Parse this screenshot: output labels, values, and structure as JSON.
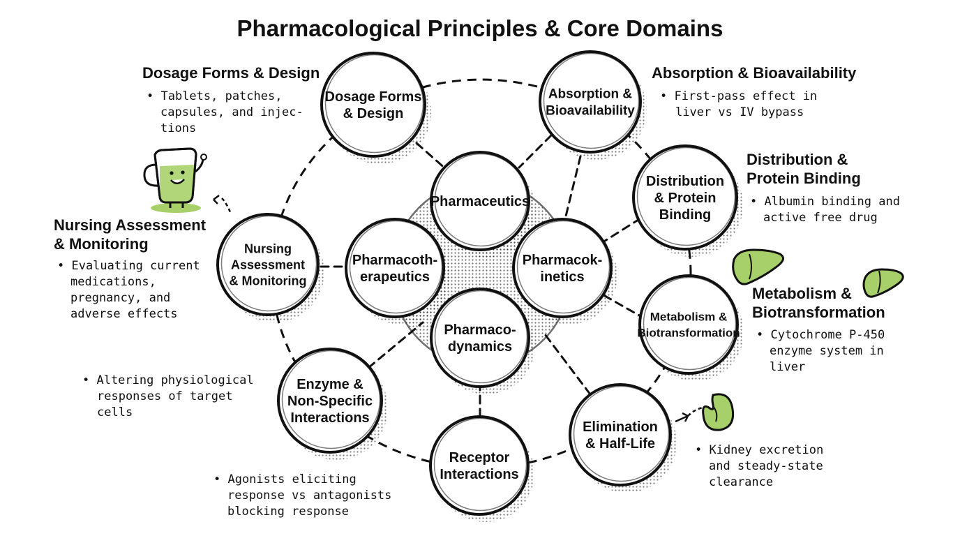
{
  "title": "Pharmacological Principles & Core Domains",
  "nodes": {
    "pharmaceutics": [
      "Pharmaceutics"
    ],
    "pharmacotherapeutics": [
      "Pharmacoth-",
      "erapeutics"
    ],
    "pharmacokinetics": [
      "Pharmacok-",
      "inetics"
    ],
    "pharmacodynamics": [
      "Pharmaco-",
      "dynamics"
    ],
    "dosage": [
      "Dosage Forms",
      "& Design"
    ],
    "absorption": [
      "Absorption &",
      "Bioavailability"
    ],
    "distribution": [
      "Distribution",
      "& Protein",
      "Binding"
    ],
    "metabolism": [
      "Metabolism &",
      "Biotransformation"
    ],
    "elimination": [
      "Elimination",
      "& Half-Life"
    ],
    "receptor": [
      "Receptor",
      "Interactions"
    ],
    "enzyme": [
      "Enzyme &",
      "Non-Specific",
      "Interactions"
    ],
    "nursing": [
      "Nursing",
      "Assessment",
      "& Monitoring"
    ]
  },
  "annotations": {
    "dosage": {
      "heading": [
        "Dosage Forms & Design"
      ],
      "bullet": [
        "• Tablets, patches,",
        "capsules, and injec-",
        "tions"
      ]
    },
    "absorption": {
      "heading": [
        "Absorption & Bioavailability"
      ],
      "bullet": [
        "• First-pass effect in",
        "liver vs IV bypass"
      ]
    },
    "distribution": {
      "heading": [
        "Distribution &",
        "Protein Binding"
      ],
      "bullet": [
        "• Albumin binding and",
        "active free drug"
      ]
    },
    "metabolism": {
      "heading": [
        "Metabolism &",
        "Biotransformation"
      ],
      "bullet": [
        "• Cytochrome P-450",
        "enzyme system in",
        "liver"
      ]
    },
    "elimination": {
      "bullet": [
        "• Kidney excretion",
        "and steady-state",
        "clearance"
      ]
    },
    "receptor": {
      "bullet": [
        "• Agonists eliciting",
        "response vs antagonists",
        "blocking response"
      ]
    },
    "enzyme": {
      "bullet": [
        "• Altering physiological",
        "responses of target",
        "cells"
      ]
    },
    "nursing": {
      "heading": [
        "Nursing Assessment",
        "& Monitoring"
      ],
      "bullet": [
        "• Evaluating current",
        "medications,",
        "pregnancy, and",
        "adverse effects"
      ]
    }
  },
  "icons": [
    "coffee-mug-icon",
    "liver-icon",
    "liver-icon",
    "kidney-icon"
  ],
  "colors": {
    "accent": "#a8d06a",
    "accent_dark": "#7fae3e",
    "ink": "#111111"
  }
}
